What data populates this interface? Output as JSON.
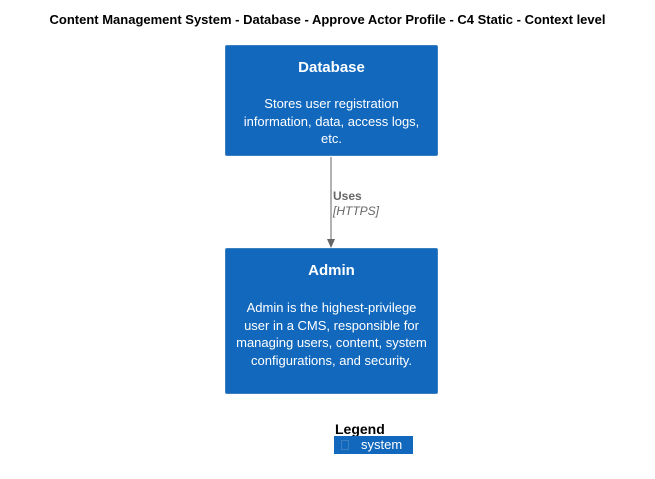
{
  "diagram": {
    "title": "Content Management System - Database - Approve Actor Profile - C4 Static - Context level",
    "nodes": [
      {
        "id": "database",
        "title": "Database",
        "description": "Stores user registration information, data, access logs, etc."
      },
      {
        "id": "admin",
        "title": "Admin",
        "description": "Admin is the highest-privilege user in a CMS, responsible for managing users, content, system configurations, and security."
      }
    ],
    "edges": [
      {
        "from": "database",
        "to": "admin",
        "label": "Uses",
        "technology": "[HTTPS]"
      }
    ],
    "legend": {
      "title": "Legend",
      "items": [
        {
          "label": "system"
        }
      ]
    }
  },
  "colors": {
    "system_fill": "#1168BD",
    "system_border": "#3C7FC0",
    "edge": "#666666",
    "text_on_system": "#FFFFFF"
  }
}
